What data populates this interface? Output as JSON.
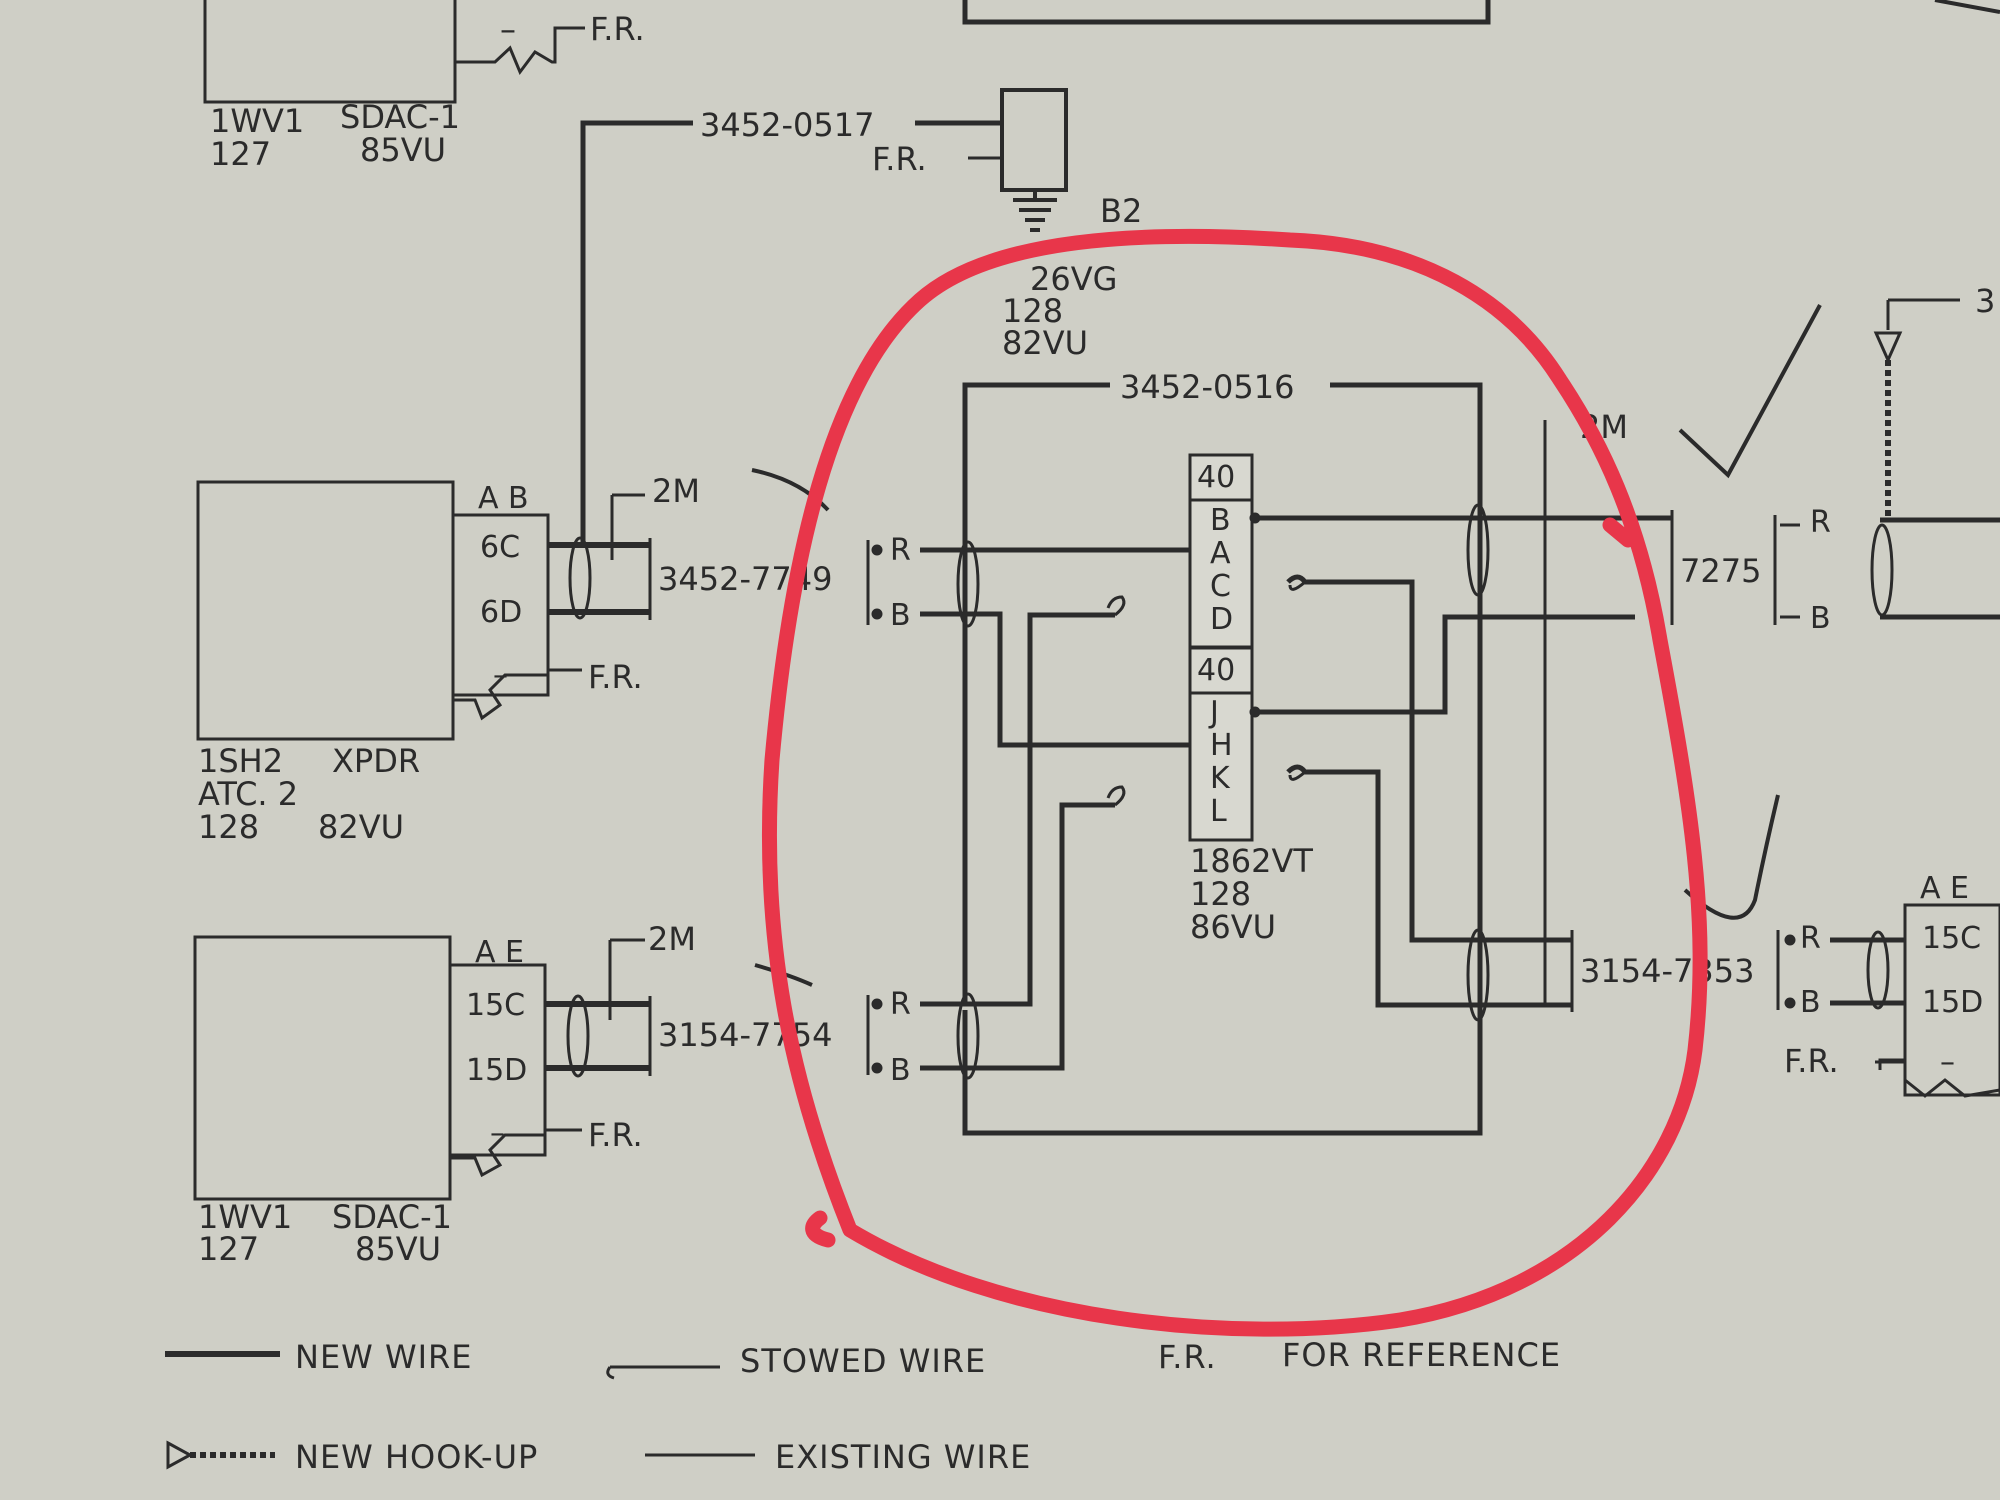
{
  "units": {
    "top_left": {
      "name": "1WV1",
      "ref": "127",
      "type": "SDAC-1",
      "code": "85VU",
      "fr": "F.R.",
      "pin": "–"
    },
    "xpdr": {
      "name": "1SH2",
      "type": "XPDR",
      "sub": "ATC. 2",
      "ref": "128",
      "code": "82VU",
      "header": "A B",
      "pins": [
        "6C",
        "6D",
        "–"
      ],
      "fr": "F.R."
    },
    "sdac_bottom": {
      "name": "1WV1",
      "ref": "127",
      "type": "SDAC-1",
      "code": "85VU",
      "header": "A E",
      "pins": [
        "15C",
        "15D",
        "–"
      ],
      "fr": "F.R."
    },
    "right_unit": {
      "header": "A E",
      "pins": [
        "15C",
        "15D",
        "–"
      ],
      "fr": "F.R."
    },
    "b2": {
      "name": "B2",
      "code": "26VG",
      "ref": "128",
      "area": "82VU",
      "fr": "F.R."
    },
    "connector": {
      "name": "1862VT",
      "ref": "128",
      "area": "86VU",
      "block1": {
        "number": "40",
        "pins": [
          "B",
          "A",
          "C",
          "D"
        ]
      },
      "block2": {
        "number": "40",
        "pins": [
          "J",
          "H",
          "K",
          "L"
        ]
      }
    }
  },
  "wires": {
    "w0517": "3452-0517",
    "w0516": "3452-0516",
    "w749": "3452-7749",
    "w754": "3154-7754",
    "w7275": "7275",
    "w7353": "3154-7353",
    "shield_2m": "2M"
  },
  "pin_labels": {
    "r": "R",
    "b": "B"
  },
  "legend": {
    "new_wire": "NEW WIRE",
    "stowed_wire": "STOWED WIRE",
    "fr": "F.R.",
    "for_reference": "FOR REFERENCE",
    "new_hookup": "NEW HOOK-UP",
    "existing_wire": "EXISTING WIRE"
  },
  "colors": {
    "paper": "#cfcfc6",
    "ink": "#2b2b2b",
    "highlight": "#e8364a"
  }
}
